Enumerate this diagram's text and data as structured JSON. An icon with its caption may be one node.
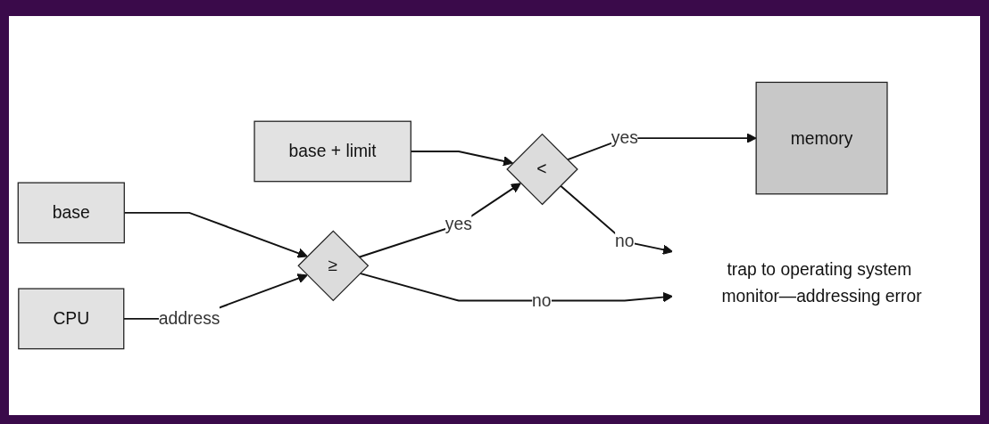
{
  "diagram": {
    "nodes": [
      {
        "text": [
          "base"
        ]
      },
      {
        "text": [
          "base + limit"
        ]
      },
      {
        "text": [
          "CPU"
        ]
      },
      {
        "text": [
          "≥"
        ]
      },
      {
        "text": [
          "<"
        ]
      },
      {
        "text": [
          "memory"
        ]
      },
      {
        "text": [
          "trap to operating system monitor—addressing error"
        ]
      }
    ],
    "edges": [
      {
        "from": 0,
        "to": 3,
        "arrow": "to"
      },
      {
        "from": 1,
        "to": 4,
        "arrow": "to"
      },
      {
        "from": 2,
        "to": 3,
        "label": "address",
        "arrow": "to"
      },
      {
        "from": 3,
        "to": 4,
        "label": "yes",
        "arrow": "to"
      },
      {
        "from": 4,
        "to": 5,
        "label": "yes",
        "arrow": "to"
      },
      {
        "from": 3,
        "to": 6,
        "label": "no",
        "arrow": "to"
      },
      {
        "from": 4,
        "to": 6,
        "label": "no",
        "arrow": "to"
      }
    ]
  }
}
